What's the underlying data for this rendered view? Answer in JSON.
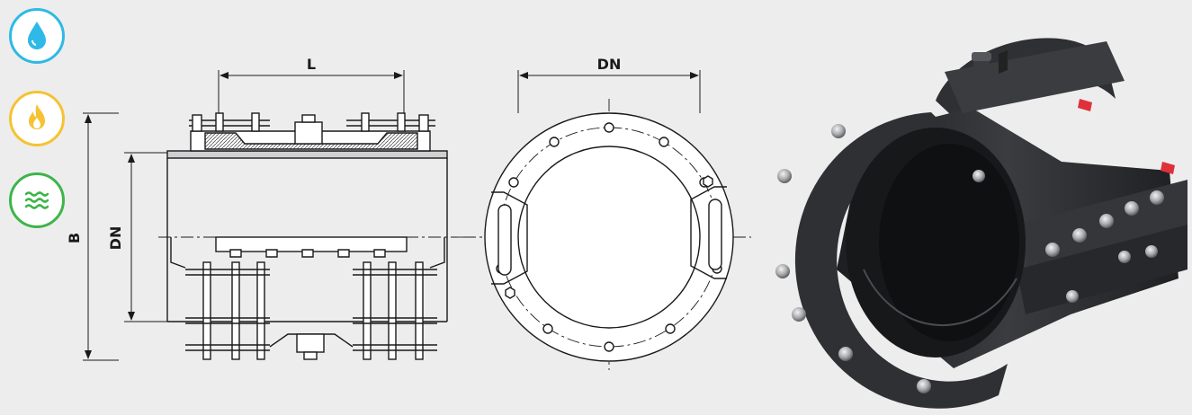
{
  "media_icons": [
    {
      "name": "water-drop-icon",
      "color": "#2fb9e6"
    },
    {
      "name": "flame-icon",
      "color": "#f5c332"
    },
    {
      "name": "waves-icon",
      "color": "#3db54a"
    }
  ],
  "drawing": {
    "dimension_labels": {
      "length": "L",
      "overall_height": "B",
      "nominal_diameter_side": "DN",
      "nominal_diameter_front": "DN"
    },
    "line_color": "#1a1a1a",
    "render_color": "#2e3033",
    "seal_color": "#e0303a"
  }
}
